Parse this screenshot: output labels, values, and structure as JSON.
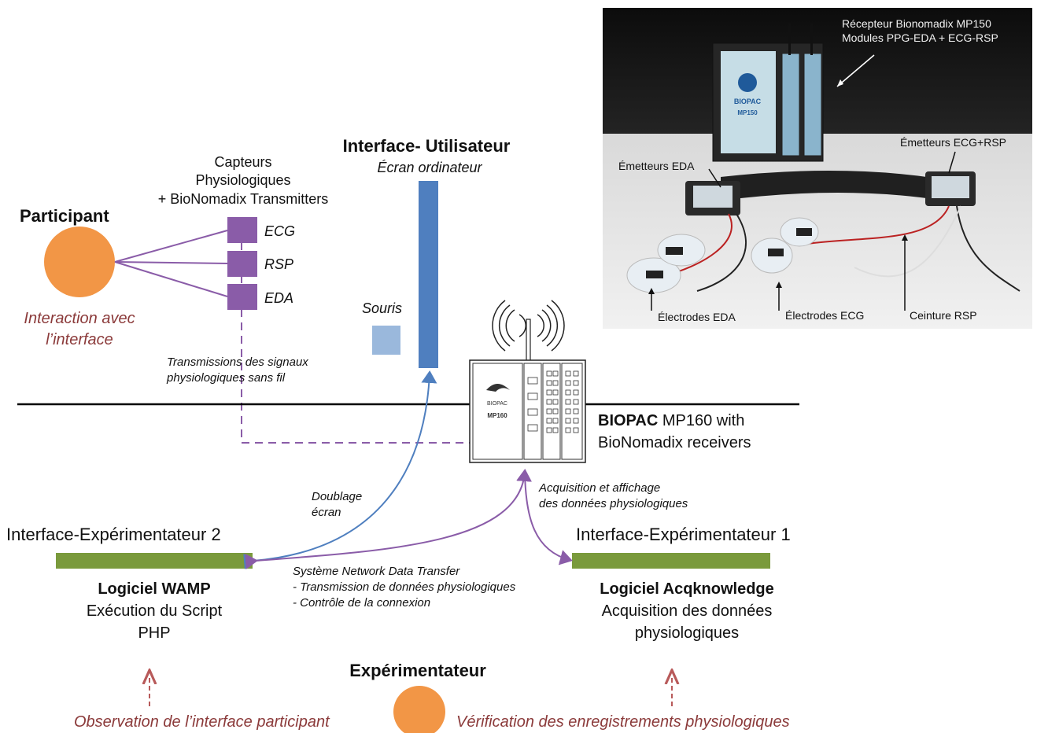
{
  "participant": {
    "title": "Participant",
    "caption_line1": "Interaction avec",
    "caption_line2": "l’interface"
  },
  "sensors": {
    "heading_line1": "Capteurs",
    "heading_line2": "Physiologiques",
    "heading_line3": "+ BioNomadix Transmitters",
    "items": [
      "ECG",
      "RSP",
      "EDA"
    ]
  },
  "wireless_note": {
    "line1": "Transmissions des signaux",
    "line2": "physiologiques sans fil"
  },
  "user_interface": {
    "title": "Interface- Utilisateur",
    "subtitle": "Écran ordinateur",
    "mouse_label": "Souris"
  },
  "biopac": {
    "label_bold": "BIOPAC",
    "label_rest": " MP160 with",
    "label_line2": "BioNomadix receivers"
  },
  "links": {
    "doublage_line1": "Doublage",
    "doublage_line2": "écran",
    "acquisition_line1": "Acquisition et affichage",
    "acquisition_line2": "des données physiologiques",
    "ndt_title": "Système Network Data Transfer",
    "ndt_item1": "-   Transmission de données physiologiques",
    "ndt_item2": "-   Contrôle de la connexion"
  },
  "experimenter2": {
    "title": "Interface-Expérimentateur 2",
    "software": "Logiciel WAMP",
    "line2": "Exécution du Script",
    "line3": "PHP"
  },
  "experimenter1": {
    "title": "Interface-Expérimentateur 1",
    "software": "Logiciel Acqknowledge",
    "line2": "Acquisition des données",
    "line3": "physiologiques"
  },
  "experimenter": {
    "title": "Expérimentateur",
    "left_caption": "Observation de l’interface participant",
    "right_caption": "Vérification des enregistrements physiologiques"
  },
  "photo": {
    "receiver_line1": "Récepteur Bionomadix MP150",
    "receiver_line2": "Modules PPG-EDA + ECG-RSP",
    "emit_eda": "Émetteurs EDA",
    "emit_ecg_rsp": "Émetteurs ECG+RSP",
    "elec_eda": "Électrodes EDA",
    "elec_ecg": "Électrodes ECG",
    "belt_rsp": "Ceinture RSP",
    "device_brand": "BIOPAC",
    "device_model": "MP150"
  },
  "device_drawing": {
    "brand": "BIOPAC",
    "model": "MP160"
  },
  "colors": {
    "participant_orange": "#f29646",
    "sensor_purple": "#8a5ca8",
    "screen_blue": "#4f7fbf",
    "mouse_lightblue": "#9ab8dc",
    "bar_green": "#7a9a3c",
    "maroon_text": "#8b3a3a",
    "purple_line": "#8a5ca8",
    "blue_line": "#4f7fbf"
  }
}
